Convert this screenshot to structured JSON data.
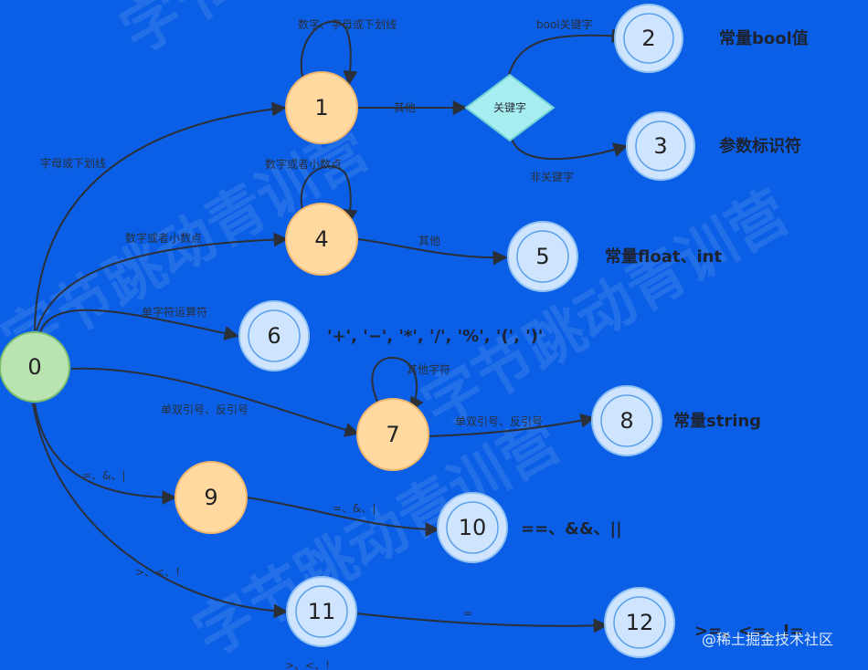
{
  "nodes": {
    "n0": "0",
    "n1": "1",
    "n2": "2",
    "n3": "3",
    "n4": "4",
    "n5": "5",
    "n6": "6",
    "n7": "7",
    "n8": "8",
    "n9": "9",
    "n10": "10",
    "n11": "11",
    "n12": "12",
    "keyword": "关键字"
  },
  "edges": {
    "e0_1": "字母或下划线",
    "e1_1": "数字、字母或下划线",
    "e1_kw": "其他",
    "ekw_2": "bool关键字",
    "ekw_3": "非关键字",
    "e0_4": "数字或者小数点",
    "e4_4": "数字或者小数点",
    "e4_5": "其他",
    "e0_6": "单字符运算符",
    "e7_7": "其他字符",
    "e0_7": "单双引号、反引号",
    "e7_8": "单双引号、反引号",
    "e0_9": "=、&、|",
    "e9_10": "=、&、|",
    "e0_11": ">、<、!",
    "e11_12": "=",
    "e_bottom": ">、<、!"
  },
  "notes": {
    "n2": "常量bool值",
    "n3": "参数标识符",
    "n5": "常量float、int",
    "n6": "'+', '−', '*', '/', '%', '(', ')'",
    "n8": "常量string",
    "n10": "==、&&、||",
    "n12": ">=、<=、!="
  },
  "watermark": {
    "text": "字节跳动青训营",
    "credit": "@稀土掘金技术社区"
  },
  "colors": {
    "background": "#0a5fe6",
    "start_node": "#b9e3b0",
    "intermediate_node": "#ffd9a0",
    "final_node": "#cfe4ff",
    "keyword_node": "#a6eef0"
  }
}
